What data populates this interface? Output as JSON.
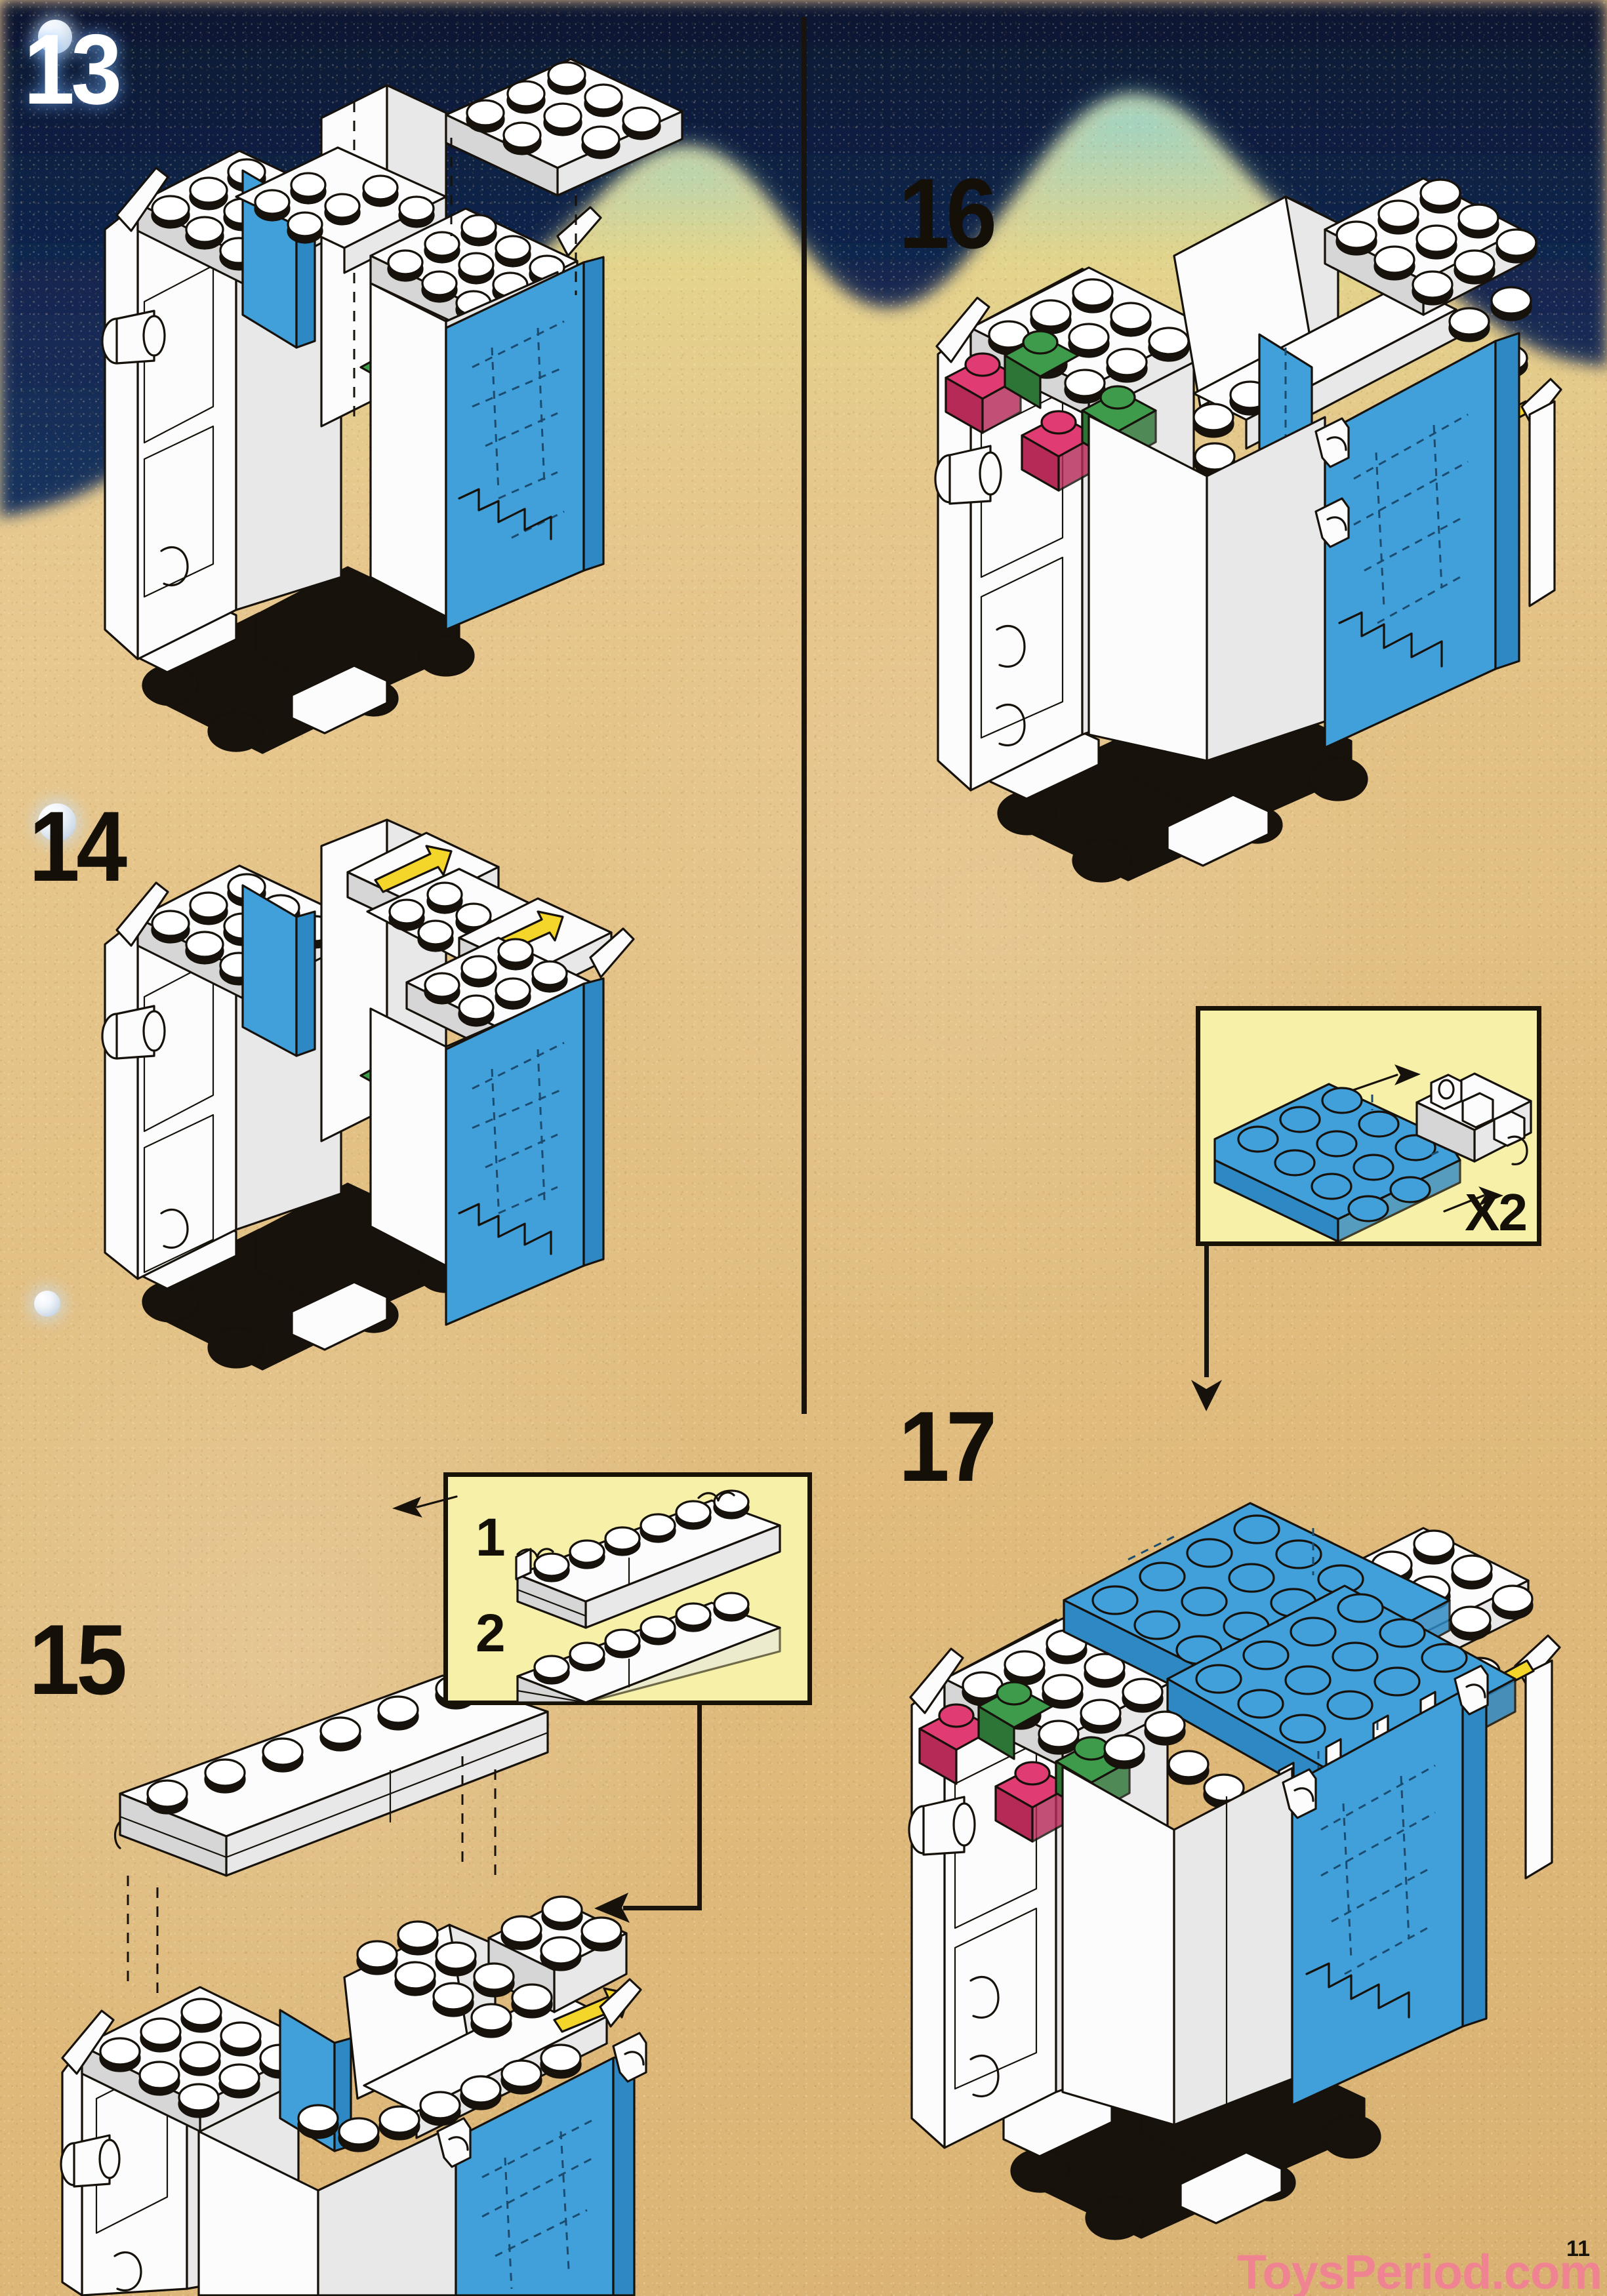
{
  "page": {
    "number": "11",
    "watermark": "ToysPeriod.com",
    "background": {
      "sand_color": "#E3C28C",
      "sky_color": "#101F46",
      "dune_glow_color": "#E9D38F"
    }
  },
  "colors": {
    "lego_white": "#FCFCFC",
    "lego_blue": "#41A0DA",
    "lego_black": "#17130C",
    "lego_pink": "#E03B72",
    "lego_green": "#3E9B4B",
    "lego_yellow": "#F4D62A",
    "inset_panel": "#F7F0A8",
    "outline": "#16120B",
    "watermark_pink": "#F08392",
    "step_number_dark": "#141008",
    "step_number_light": "#FFFFFF"
  },
  "steps": [
    {
      "id": "13",
      "label": "13",
      "number_style": "light",
      "description": "Attach white 2x4 plate and white wall panels to the top of the sub-assembly"
    },
    {
      "id": "14",
      "label": "14",
      "number_style": "dark",
      "description": "Place two white 1x2 plates marked with yellow direction arrows"
    },
    {
      "id": "15",
      "label": "15",
      "number_style": "dark",
      "description": "Add the long white 1x6 brick assembly on top"
    },
    {
      "id": "16",
      "label": "16",
      "number_style": "dark",
      "description": "Completed frame with pink and green detail bricks and yellow bar"
    },
    {
      "id": "17",
      "label": "17",
      "number_style": "dark",
      "description": "Place the two blue 4x4 plate assemblies onto the roof"
    }
  ],
  "insets": [
    {
      "id": "sub-assembly-parts",
      "labels": [
        "1",
        "2"
      ],
      "parts": [
        {
          "label": "1",
          "color": "white",
          "name": "1x6 brick with clip end"
        },
        {
          "label": "2",
          "color": "white",
          "name": "1x6 brick"
        }
      ]
    },
    {
      "id": "blue-plate-sub-assembly",
      "quantity_label": "X2",
      "parts": [
        {
          "color": "blue",
          "name": "4x4 plate"
        },
        {
          "color": "white",
          "name": "1x4 plate with clips"
        }
      ]
    }
  ],
  "icons": {
    "yellow_arrow": "direction-arrow",
    "connector_arrow": "flow-arrow",
    "bubble": "light-bubble"
  }
}
